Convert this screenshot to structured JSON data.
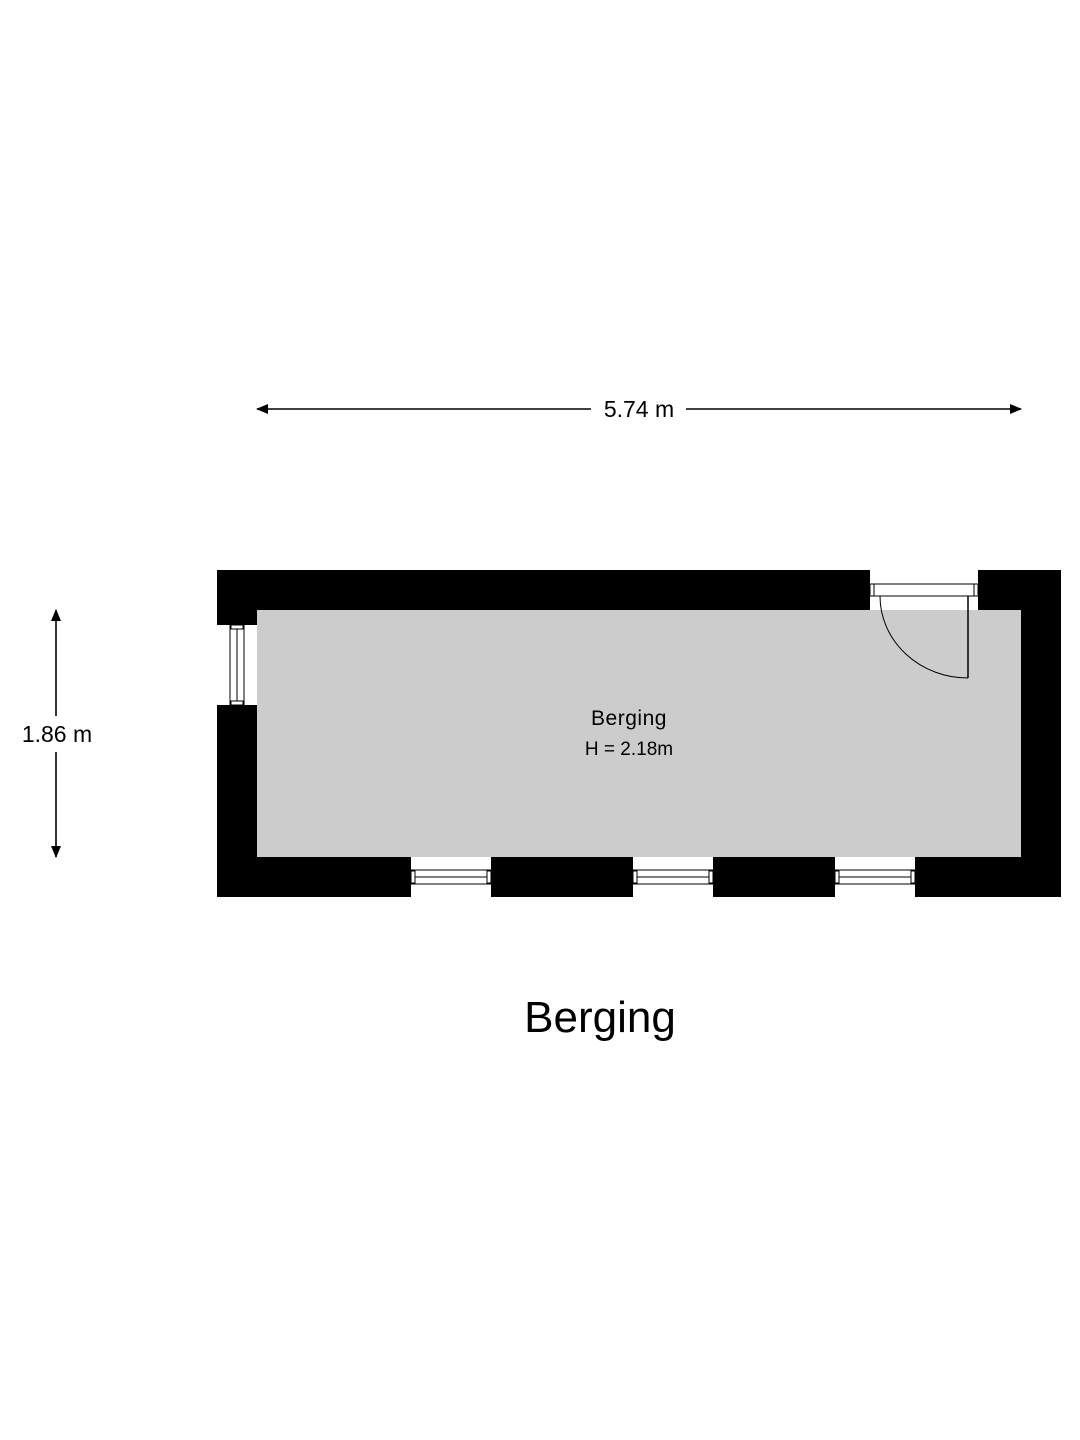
{
  "plan": {
    "title": "Berging",
    "colors": {
      "wall": "#000000",
      "floor": "#cccccc",
      "background": "#ffffff"
    },
    "room": {
      "name": "Berging",
      "height_label": "H = 2.18m"
    },
    "dimensions": {
      "width_label": "5.74 m",
      "depth_label": "1.86 m"
    }
  }
}
